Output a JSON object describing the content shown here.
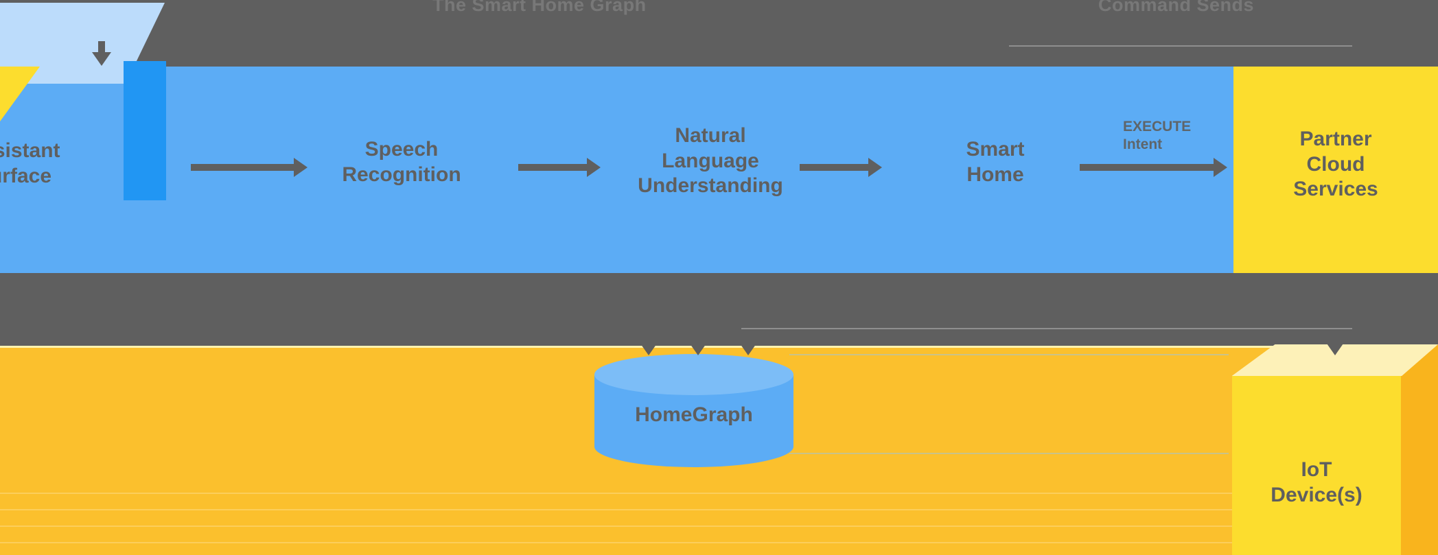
{
  "diagram": {
    "title_left": "The Smart Home Graph",
    "title_right": "Command Sends",
    "background_color": "#5f5f5f",
    "bands": {
      "cloud_band_color": "#5cacf5",
      "device_band_color": "#fbc02d",
      "accent_yellow": "#fcdd2e",
      "text_color": "#5f5f5f"
    },
    "nodes": [
      {
        "id": "assistant-surface",
        "label": "Assistant\nSurface",
        "shape": "3d-box",
        "color": "#5cacf5"
      },
      {
        "id": "speech-recognition",
        "label": "Speech\nRecognition",
        "shape": "text",
        "color": "#5cacf5"
      },
      {
        "id": "natural-language-understanding",
        "label": "Natural\nLanguage\nUnderstanding",
        "shape": "text",
        "color": "#5cacf5"
      },
      {
        "id": "smart-home",
        "label": "Smart\nHome",
        "shape": "text",
        "color": "#5cacf5"
      },
      {
        "id": "partner-cloud-services",
        "label": "Partner\nCloud\nServices",
        "shape": "panel",
        "color": "#fcdd2e"
      },
      {
        "id": "homegraph",
        "label": "HomeGraph",
        "shape": "cylinder",
        "color": "#5cacf5"
      },
      {
        "id": "iot-devices",
        "label": "IoT\nDevice(s)",
        "shape": "3d-box",
        "color": "#fcdd2e"
      }
    ],
    "edge_labels": {
      "execute_intent": "EXECUTE\nIntent"
    },
    "icons": {
      "arrow_right": "arrow-right-icon",
      "arrow_down": "arrow-down-icon"
    }
  }
}
